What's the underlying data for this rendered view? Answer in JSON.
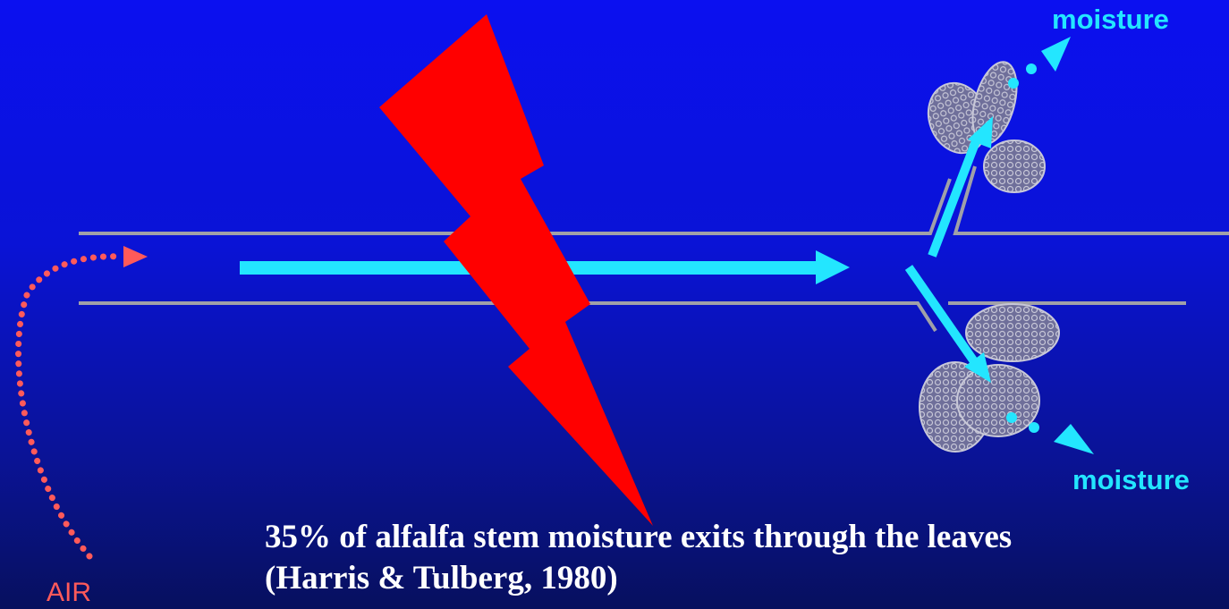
{
  "labels": {
    "moisture_top": "moisture",
    "moisture_bottom": "moisture",
    "air": "AIR"
  },
  "caption": {
    "line1": "35% of alfalfa stem moisture exits through the leaves",
    "line2": "(Harris & Tulberg, 1980)"
  },
  "colors": {
    "background_top": "#0b10f0",
    "background_bottom": "#07105e",
    "stem_line": "#a0a0a8",
    "flow_arrow": "#23e6ff",
    "lightning": "#ff0000",
    "air_dots": "#ff5a5a",
    "leaf_fill": "#6f6f9a",
    "leaf_stroke": "#c8c8d8",
    "caption_text": "#ffffff"
  },
  "icons": [
    "lightning-bolt-icon",
    "leaf-icon",
    "arrow-icon"
  ]
}
